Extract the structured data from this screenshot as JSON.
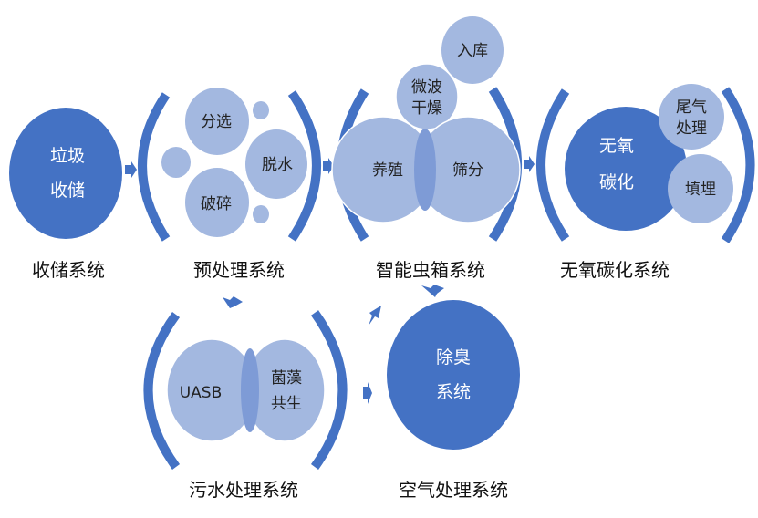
{
  "colors": {
    "dark": "#4472C4",
    "light": "#A3B8E0",
    "overlap": "#7E9BD6"
  },
  "storage": {
    "circle": [
      "垃圾",
      "收储"
    ],
    "label": "收储系统"
  },
  "preprocess": {
    "items": [
      "分选",
      "脱水",
      "破碎"
    ],
    "label": "预处理系统"
  },
  "insect": {
    "left": "养殖",
    "right": "筛分",
    "dry": [
      "微波",
      "干燥"
    ],
    "store": "入库",
    "label": "智能虫箱系统"
  },
  "carbon": {
    "circle": [
      "无氧",
      "碳化"
    ],
    "exhaust": [
      "尾气",
      "处理"
    ],
    "landfill": "填埋",
    "label": "无氧碳化系统"
  },
  "sewage": {
    "left": "UASB",
    "right": [
      "菌藻",
      "共生"
    ],
    "label": "污水处理系统"
  },
  "air": {
    "circle": [
      "除臭",
      "系统"
    ],
    "label": "空气处理系统"
  }
}
